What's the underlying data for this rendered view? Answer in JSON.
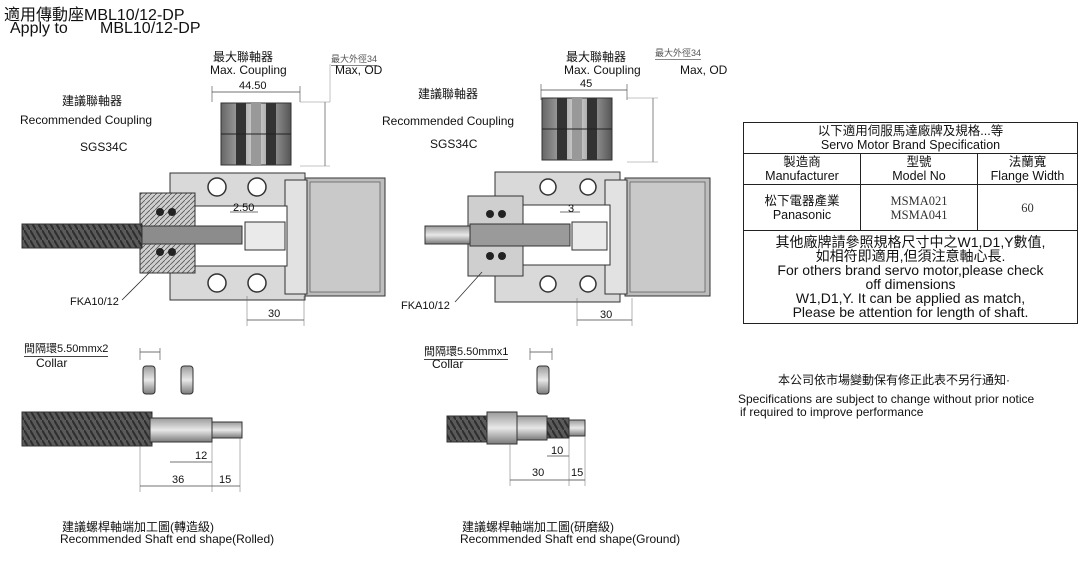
{
  "header": {
    "title_zh": "適用傳動座MBL10/12-DP",
    "apply_label": "Apply to",
    "apply_value": "MBL10/12-DP"
  },
  "left_drawing": {
    "max_coupling_zh": "最大聯軸器",
    "max_coupling_en": "Max. Coupling",
    "max_od_zh": "最大外徑34",
    "max_od_en": "Max, OD",
    "coupling_width": "44.50",
    "recommended_zh": "建議聯軸器",
    "recommended_en": "Recommended Coupling",
    "coupling_model": "SGS34C",
    "gap": "2.50",
    "bearing_label": "FKA10/12",
    "depth": "30",
    "collar_zh": "間隔環5.50mmx2",
    "collar_en": "Collar",
    "dim_12": "12",
    "dim_36": "36",
    "dim_15": "15",
    "caption_zh": "建議螺桿軸端加工圖(轉造級)",
    "caption_en": "Recommended Shaft end shape(Rolled)"
  },
  "middle_drawing": {
    "max_coupling_zh": "最大聯軸器",
    "max_coupling_en": "Max. Coupling",
    "max_od_zh": "最大外徑34",
    "max_od_en": "Max, OD",
    "coupling_width": "45",
    "recommended_zh": "建議聯軸器",
    "recommended_en": "Recommended Coupling",
    "coupling_model": "SGS34C",
    "gap": "3",
    "bearing_label": "FKA10/12",
    "depth": "30",
    "collar_zh": "間隔環5.50mmx1",
    "collar_en": "Collar",
    "dim_10": "10",
    "dim_30": "30",
    "dim_15": "15",
    "caption_zh": "建議螺桿軸端加工圖(研磨級)",
    "caption_en": "Recommended Shaft end shape(Ground)"
  },
  "spec_table": {
    "title_zh": "以下適用伺服馬達廠牌及規格...等",
    "title_en": "Servo Motor Brand Specification",
    "headers": [
      {
        "zh": "製造商",
        "en": "Manufacturer"
      },
      {
        "zh": "型號",
        "en": "Model No"
      },
      {
        "zh": "法蘭寬",
        "en": "Flange Width"
      }
    ],
    "row": {
      "maker_zh": "松下電器產業",
      "maker_en": "Panasonic",
      "model_1": "MSMA021",
      "model_2": "MSMA041",
      "flange": "60"
    },
    "note_zh_1": "其他廠牌請參照規格尺寸中之W1,D1,Y數值,",
    "note_zh_2": "如相符即適用,但須注意軸心長.",
    "note_en_1": "For others brand servo motor,please check",
    "note_en_2": "off dimensions",
    "note_en_3": "W1,D1,Y. It can be applied as match,",
    "note_en_4": "Please be attention for length of shaft."
  },
  "footer_notes": {
    "notice_zh": "本公司依市場變動保有修正此表不另行通知·",
    "notice_en_1": "Specifications are subject to change without prior notice",
    "notice_en_2": "if required to improve performance"
  }
}
